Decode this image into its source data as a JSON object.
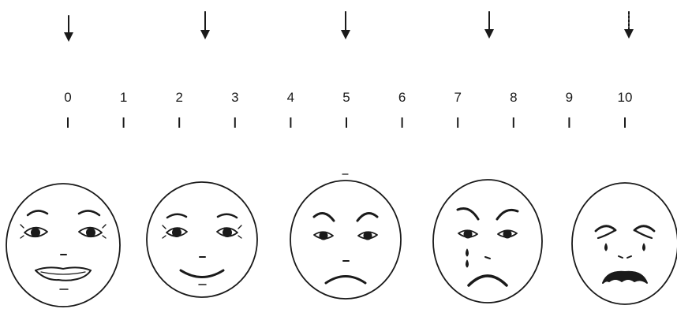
{
  "scale": {
    "ticks": [
      "0",
      "1",
      "2",
      "3",
      "4",
      "5",
      "6",
      "7",
      "8",
      "9",
      "10"
    ]
  },
  "arrows": [
    {
      "name": "arrow-0"
    },
    {
      "name": "arrow-2-3"
    },
    {
      "name": "arrow-5"
    },
    {
      "name": "arrow-7-8"
    },
    {
      "name": "arrow-10"
    }
  ],
  "faces": [
    {
      "name": "face-very-happy",
      "expression": "big smile"
    },
    {
      "name": "face-happy",
      "expression": "smile"
    },
    {
      "name": "face-frowning",
      "expression": "frown"
    },
    {
      "name": "face-sad-tearful",
      "expression": "frown with tears"
    },
    {
      "name": "face-crying",
      "expression": "crying with tears"
    }
  ],
  "colors": {
    "ink": "#1a1a1a",
    "background": "#ffffff"
  }
}
